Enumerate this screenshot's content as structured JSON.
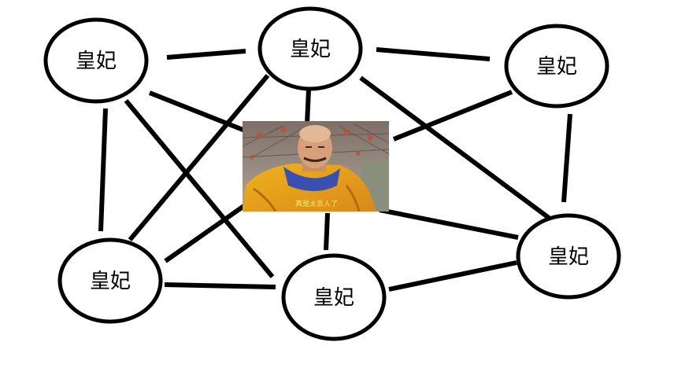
{
  "diagram": {
    "nodes": [
      {
        "id": "n1",
        "label": "皇妃"
      },
      {
        "id": "n2",
        "label": "皇妃"
      },
      {
        "id": "n3",
        "label": "皇妃"
      },
      {
        "id": "n4",
        "label": "皇妃"
      },
      {
        "id": "n5",
        "label": "皇妃"
      },
      {
        "id": "n6",
        "label": "皇妃"
      }
    ],
    "center": {
      "id": "emperor",
      "caption": "真是太丢人了",
      "image_description": "photo of a man in a yellow imperial robe under an ornate ceiling"
    },
    "edges": [
      [
        "n1",
        "n2"
      ],
      [
        "n1",
        "emperor"
      ],
      [
        "n1",
        "n4"
      ],
      [
        "n1",
        "n5"
      ],
      [
        "n2",
        "emperor"
      ],
      [
        "n2",
        "n3"
      ],
      [
        "n2",
        "n4"
      ],
      [
        "n2",
        "n6"
      ],
      [
        "n3",
        "emperor"
      ],
      [
        "n3",
        "n6"
      ],
      [
        "n4",
        "emperor"
      ],
      [
        "n4",
        "n5"
      ],
      [
        "n5",
        "emperor"
      ],
      [
        "n5",
        "n6"
      ],
      [
        "n6",
        "emperor"
      ]
    ],
    "colors": {
      "stroke": "#000000",
      "robe": "#e8a41c",
      "ceiling": "#9a8f86",
      "caption": "#f4ec6a"
    }
  }
}
